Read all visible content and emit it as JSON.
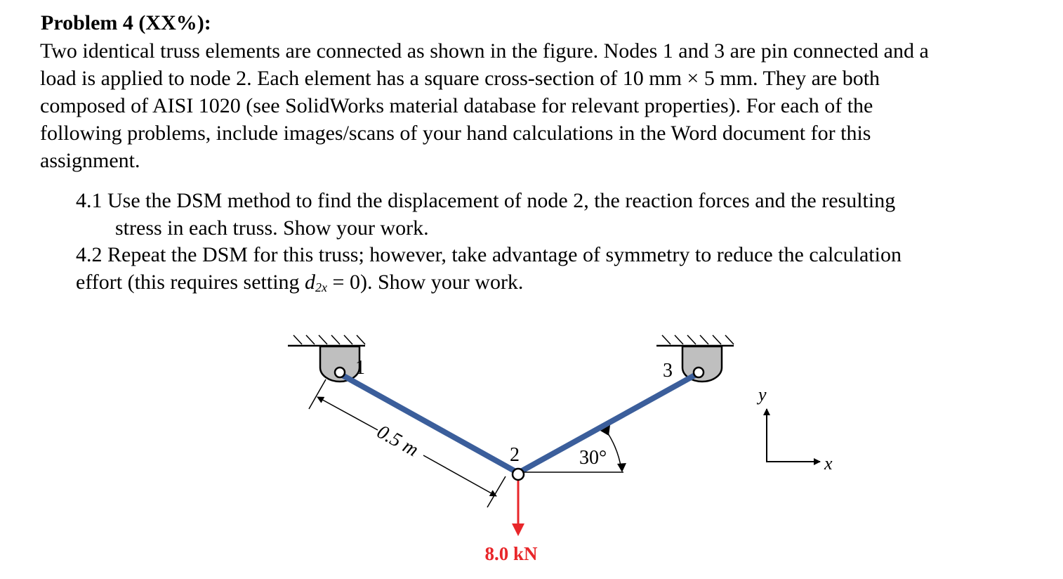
{
  "problem": {
    "heading": "Problem 4 (XX%):",
    "intro_lines": [
      "Two identical truss elements are connected as shown in the figure. Nodes 1 and 3 are pin connected and a",
      "load is applied to node 2. Each element has a square cross-section of 10 mm × 5 mm. They are both",
      "composed of AISI 1020 (see SolidWorks material database for relevant properties). For each of the",
      "following problems, include images/scans of your hand calculations in the Word document for this",
      "assignment."
    ],
    "item1": {
      "line1": "4.1 Use the DSM method to find the displacement of node 2, the reaction forces and the resulting",
      "line2": "stress in each truss. Show your work."
    },
    "item2": {
      "line1": "4.2 Repeat the DSM for this truss; however, take advantage of symmetry to reduce the calculation",
      "line2_before": "effort (this requires setting ",
      "var_main": "d",
      "var_sub": "2x",
      "line2_after": " = 0). Show your work."
    }
  },
  "figure": {
    "node1_label": "1",
    "node2_label": "2",
    "node3_label": "3",
    "length_label": "0.5 m",
    "angle_label": "30°",
    "load_label": "8.0 kN",
    "axis_x_label": "x",
    "axis_y_label": "y",
    "colors": {
      "member": "#3b5e9b",
      "load": "#e8262a",
      "support": "#bfbfbf"
    }
  }
}
